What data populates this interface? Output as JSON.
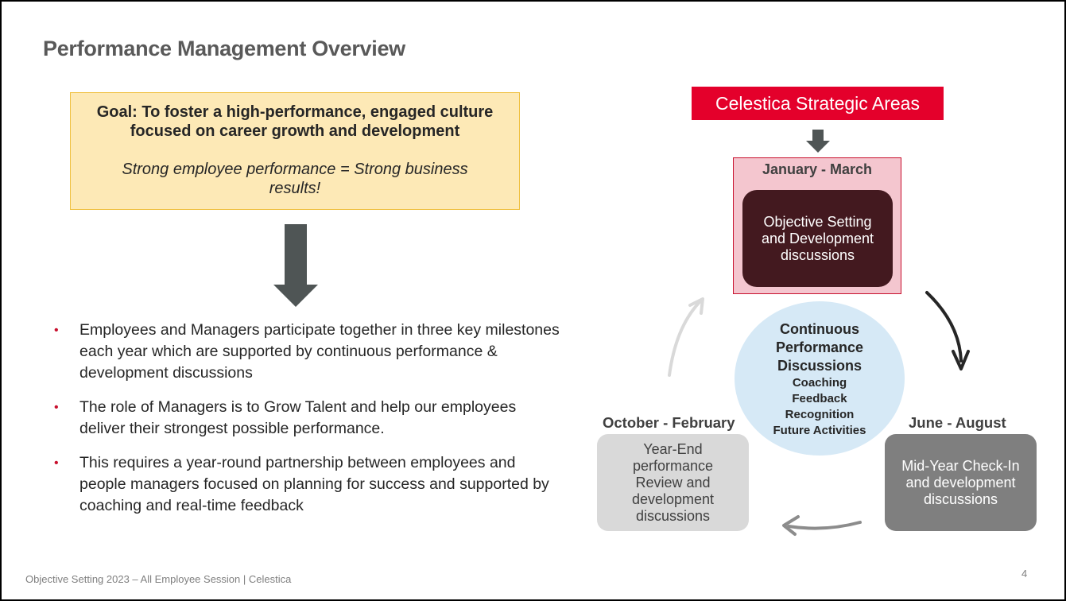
{
  "title": "Performance Management Overview",
  "goal": {
    "heading": "Goal:  To foster a high-performance, engaged culture focused on career growth and development",
    "tagline": "Strong employee performance = Strong business results!"
  },
  "bullets": [
    "Employees and Managers participate together in three key milestones each year which are supported by continuous performance & development discussions",
    "The role of Managers is to Grow Talent and help our employees deliver their strongest possible performance.",
    "This requires a year-round partnership between employees and people managers focused on planning for success and supported by coaching and real-time feedback"
  ],
  "strategic_areas": "Celestica Strategic Areas",
  "cycle": {
    "jan_mar": {
      "label": "January - March",
      "text": "Objective Setting and Development discussions"
    },
    "jun_aug": {
      "label": "June - August",
      "text": "Mid-Year Check-In and development discussions"
    },
    "oct_feb": {
      "label": "October - February",
      "text": "Year-End performance Review and development discussions"
    },
    "center": {
      "heading": "Continuous Performance Discussions",
      "items": [
        "Coaching",
        "Feedback",
        "Recognition",
        "Future Activities"
      ]
    }
  },
  "footer": "Objective  Setting 2023 – All Employee Session | Celestica",
  "page_number": "4",
  "colors": {
    "accent_red": "#e4002b",
    "goal_fill": "#fde9b6",
    "jan_fill": "#f4c6cf",
    "jan_inner": "#43191f",
    "circle_fill": "#d6e9f6",
    "arrow_dark": "#4f5555"
  }
}
